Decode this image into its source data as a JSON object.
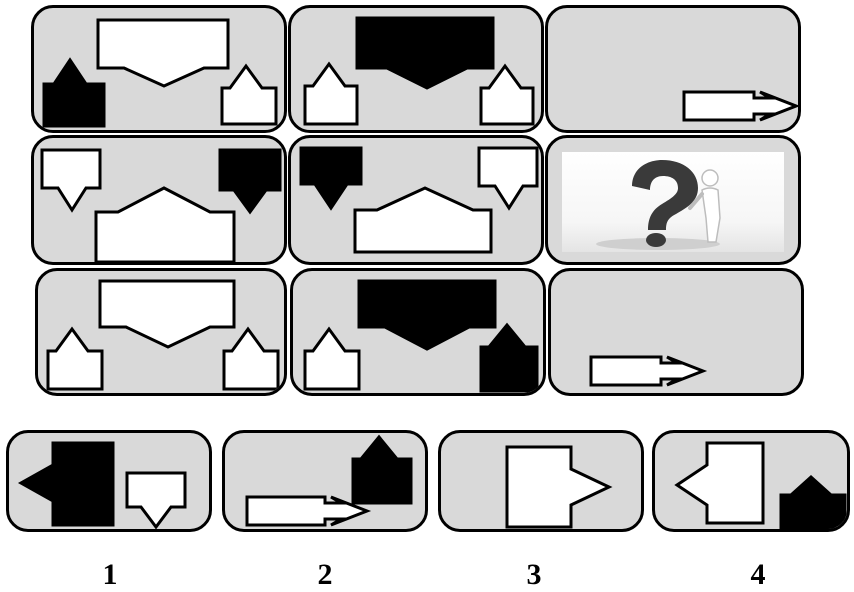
{
  "puzzle": {
    "grid": [
      {
        "id": "r1c1",
        "icons": [
          "down-arrow-box-white",
          "up-arrow-box-black",
          "up-arrow-box-white"
        ]
      },
      {
        "id": "r1c2",
        "icons": [
          "down-arrow-box-black",
          "up-arrow-box-white",
          "up-arrow-box-white"
        ]
      },
      {
        "id": "r1c3",
        "icons": [
          "right-arrow-box-white"
        ]
      },
      {
        "id": "r2c1",
        "icons": [
          "down-arrow-box-white",
          "down-arrow-box-black",
          "up-arrow-box-white"
        ]
      },
      {
        "id": "r2c2",
        "icons": [
          "down-arrow-box-black",
          "down-arrow-box-white",
          "up-arrow-box-white"
        ]
      },
      {
        "id": "r2c3",
        "icons": [
          "question-mark-figure"
        ]
      },
      {
        "id": "r3c1",
        "icons": [
          "down-arrow-box-white",
          "up-arrow-box-white",
          "up-arrow-box-white"
        ]
      },
      {
        "id": "r3c2",
        "icons": [
          "down-arrow-box-black",
          "up-arrow-box-white",
          "up-arrow-box-black"
        ]
      },
      {
        "id": "r3c3",
        "icons": [
          "right-arrow-box-white"
        ]
      }
    ],
    "options": [
      {
        "label": "1",
        "icons": [
          "left-arrow-box-black",
          "down-arrow-box-white"
        ]
      },
      {
        "label": "2",
        "icons": [
          "right-arrow-box-white",
          "up-arrow-box-black"
        ]
      },
      {
        "label": "3",
        "icons": [
          "right-arrow-box-white"
        ]
      },
      {
        "label": "4",
        "icons": [
          "left-arrow-box-white",
          "up-arrow-box-black"
        ]
      }
    ]
  }
}
